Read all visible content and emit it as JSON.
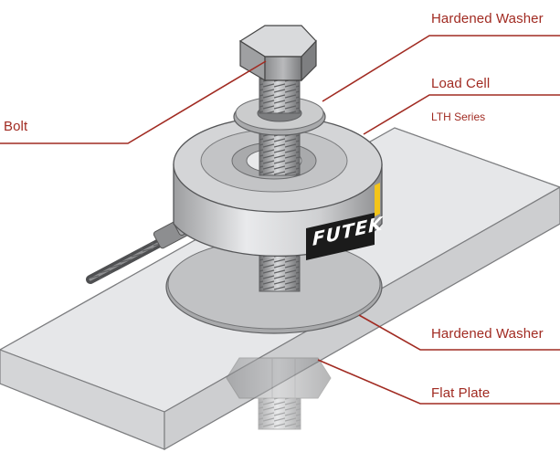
{
  "labels": {
    "hardened_washer_top": "Hardened Washer",
    "load_cell": "Load Cell",
    "load_cell_series": "LTH Series",
    "bolt": "Bolt",
    "hardened_washer_bottom": "Hardened Washer",
    "flat_plate": "Flat Plate"
  },
  "brand": "FUTEK",
  "colors": {
    "callout": "#a12b22",
    "plate": "#e4e5e7",
    "metal": "#c9cacc",
    "dark_metal": "#8b8c8e",
    "brand_bg": "#1b1b1b",
    "accent": "#f3c419"
  }
}
